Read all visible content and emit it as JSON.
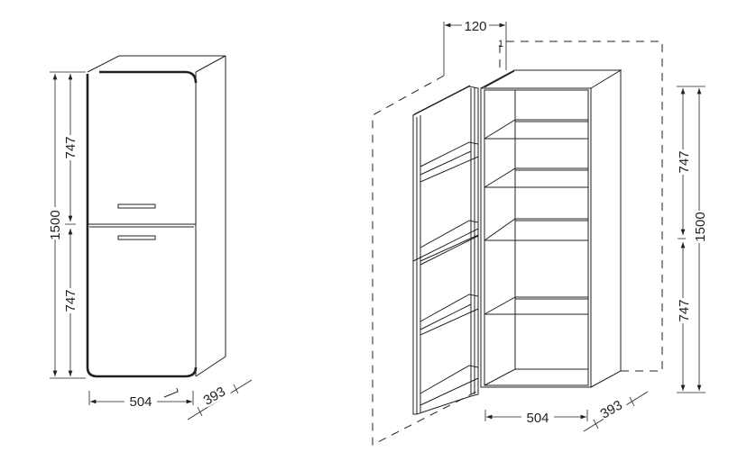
{
  "closed_view": {
    "height_total": "1500",
    "height_upper": "747",
    "height_lower": "747",
    "width": "504",
    "depth": "393"
  },
  "open_view": {
    "door_clearance": "120",
    "height_total": "1500",
    "height_upper": "747",
    "height_lower": "747",
    "width": "504",
    "depth": "393",
    "marker": "1"
  },
  "colors": {
    "line": "#231f20",
    "background": "#ffffff"
  }
}
